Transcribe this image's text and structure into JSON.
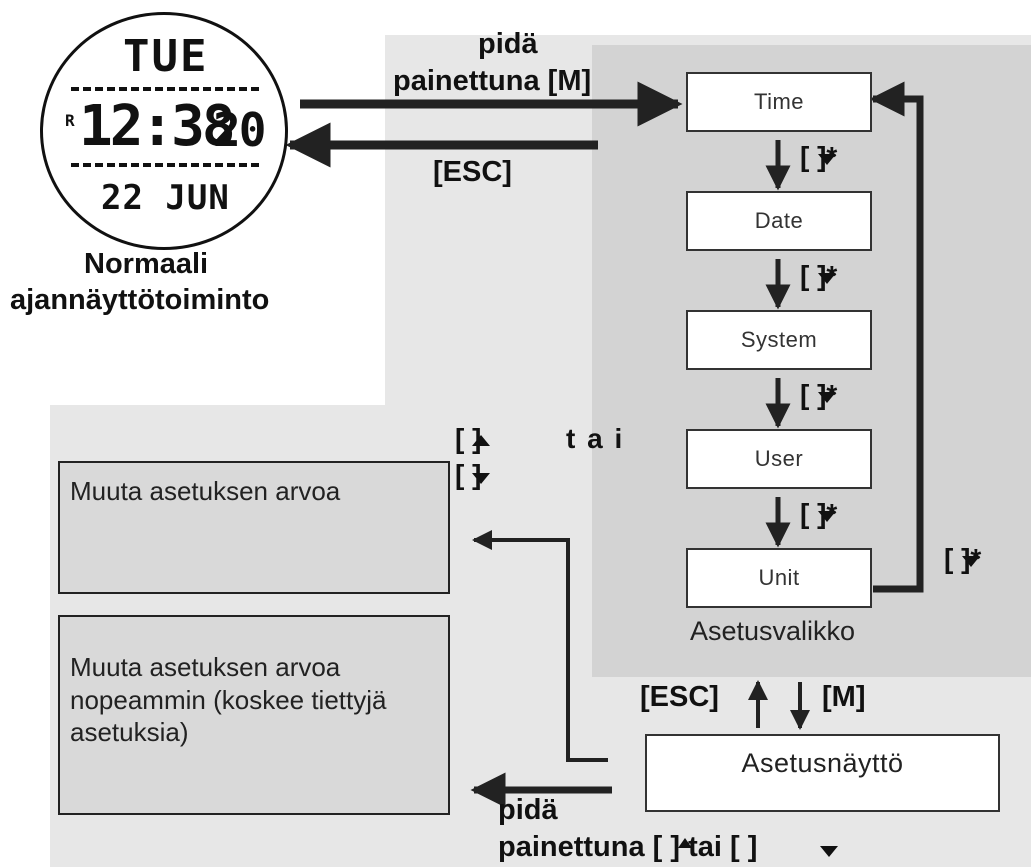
{
  "watch": {
    "day": "TUE",
    "mode_mark": "R",
    "time": "12:38",
    "seconds": "20",
    "date": "22 JUN",
    "caption_line1": "Normaali",
    "caption_line2": "ajannäyttötoiminto"
  },
  "top_arrow": {
    "label_line1": "pidä",
    "label_line2": "painettuna [M]",
    "esc_label": "[ESC]"
  },
  "menu": {
    "title": "Asetusvalikko",
    "items": [
      "Time",
      "Date",
      "System",
      "User",
      "Unit"
    ],
    "step_key": "[ ]*"
  },
  "adjust_keys": {
    "up_key": "[ ]",
    "or_text": "t   a   i",
    "down_key": "[ ]"
  },
  "panels": {
    "change_value": "Muuta asetuksen arvoa",
    "change_fast": "Muuta asetuksen arvoa nopeammin (koskee tiettyjä asetuksia)"
  },
  "setting_screen": {
    "label": "Asetusnäyttö",
    "esc_label": "[ESC]",
    "m_label": "[M]"
  },
  "bottom_arrow": {
    "label_line1": "pidä",
    "label_line2": "painettuna [ ] tai [ ]"
  },
  "colors": {
    "outer_gray": "#e7e7e7",
    "inner_gray": "#d3d3d3",
    "panel_gray": "#d9d9d9",
    "line": "#222222"
  }
}
